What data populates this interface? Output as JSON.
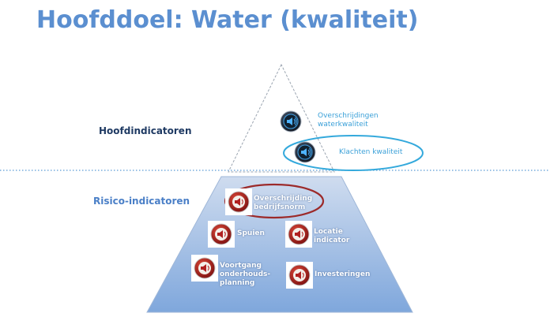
{
  "title": "Hoofddoel: Water (kwaliteit)",
  "sections": {
    "top_label": "Hoofdindicatoren",
    "bottom_label": "Risico-indicatoren"
  },
  "top_indicators": [
    {
      "label_lines": [
        "Overschrijdingen",
        "waterkwaliteit"
      ],
      "icon": "speaker-icon-blue",
      "highlighted": false
    },
    {
      "label_lines": [
        "Klachten  kwaliteit"
      ],
      "icon": "speaker-icon-blue",
      "highlighted": true
    }
  ],
  "bottom_indicators": [
    {
      "label_lines": [
        "Overschrijding",
        "bedrijfsnorm"
      ],
      "icon": "speaker-icon-red",
      "highlighted": true
    },
    {
      "label_lines": [
        "Spuien"
      ],
      "icon": "speaker-icon-red",
      "highlighted": false
    },
    {
      "label_lines": [
        "Locatie",
        "indicator"
      ],
      "icon": "speaker-icon-red",
      "highlighted": false
    },
    {
      "label_lines": [
        "Voortgang",
        "onderhouds-",
        "planning"
      ],
      "icon": "speaker-icon-red",
      "highlighted": false
    },
    {
      "label_lines": [
        "Investeringen"
      ],
      "icon": "speaker-icon-red",
      "highlighted": false
    }
  ],
  "colors": {
    "title": "#5b8fd0",
    "top_highlight": "#34a9dc",
    "bottom_highlight": "#9c2a2a",
    "pyramid_fill_top": "#7fa7dc",
    "pyramid_fill_bottom": "#cfdcef"
  }
}
